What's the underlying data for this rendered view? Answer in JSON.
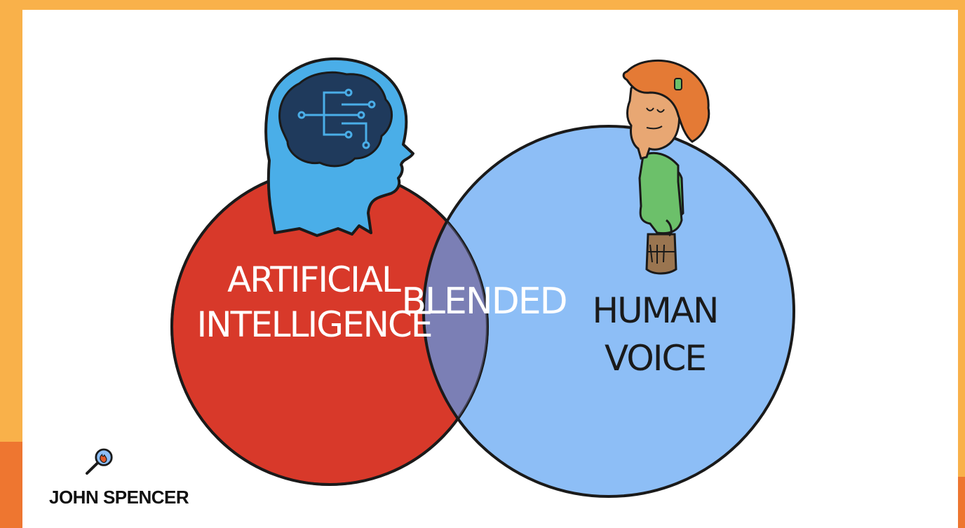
{
  "diagram": {
    "title": "",
    "circles": {
      "left": {
        "label_line1": "ARTIFICIAL",
        "label_line2": "INTELLIGENCE",
        "fill": "#d8392a",
        "icon": "ai-brain-head-icon"
      },
      "overlap": {
        "label": "BLENDED",
        "fill": "#7b7fb5"
      },
      "right": {
        "label_line1": "HUMAN",
        "label_line2": "VOICE",
        "fill": "#8dbef6",
        "icon": "person-illustration"
      }
    },
    "colors": {
      "frame": "#f9b14a",
      "frame_accent": "#ee7630",
      "outline": "#1a1a1a",
      "head": "#4aaee8",
      "brain": "#1f3a5c"
    }
  },
  "brand": {
    "name": "JOHN SPENCER",
    "icon": "magnifying-glass-flame-logo"
  }
}
